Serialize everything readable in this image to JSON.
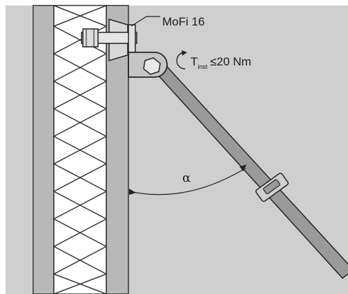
{
  "diagram": {
    "anchor_label": "MoFi 16",
    "torque_symbol": "T",
    "torque_subscript": "inst",
    "torque_limit": "≤20 Nm",
    "angle_label": "α"
  },
  "colors": {
    "background": "#cfcfcf",
    "wall_layer": "#b8b8b8",
    "insulation": "#ffffff",
    "line": "#222222",
    "brace": "#999999"
  }
}
